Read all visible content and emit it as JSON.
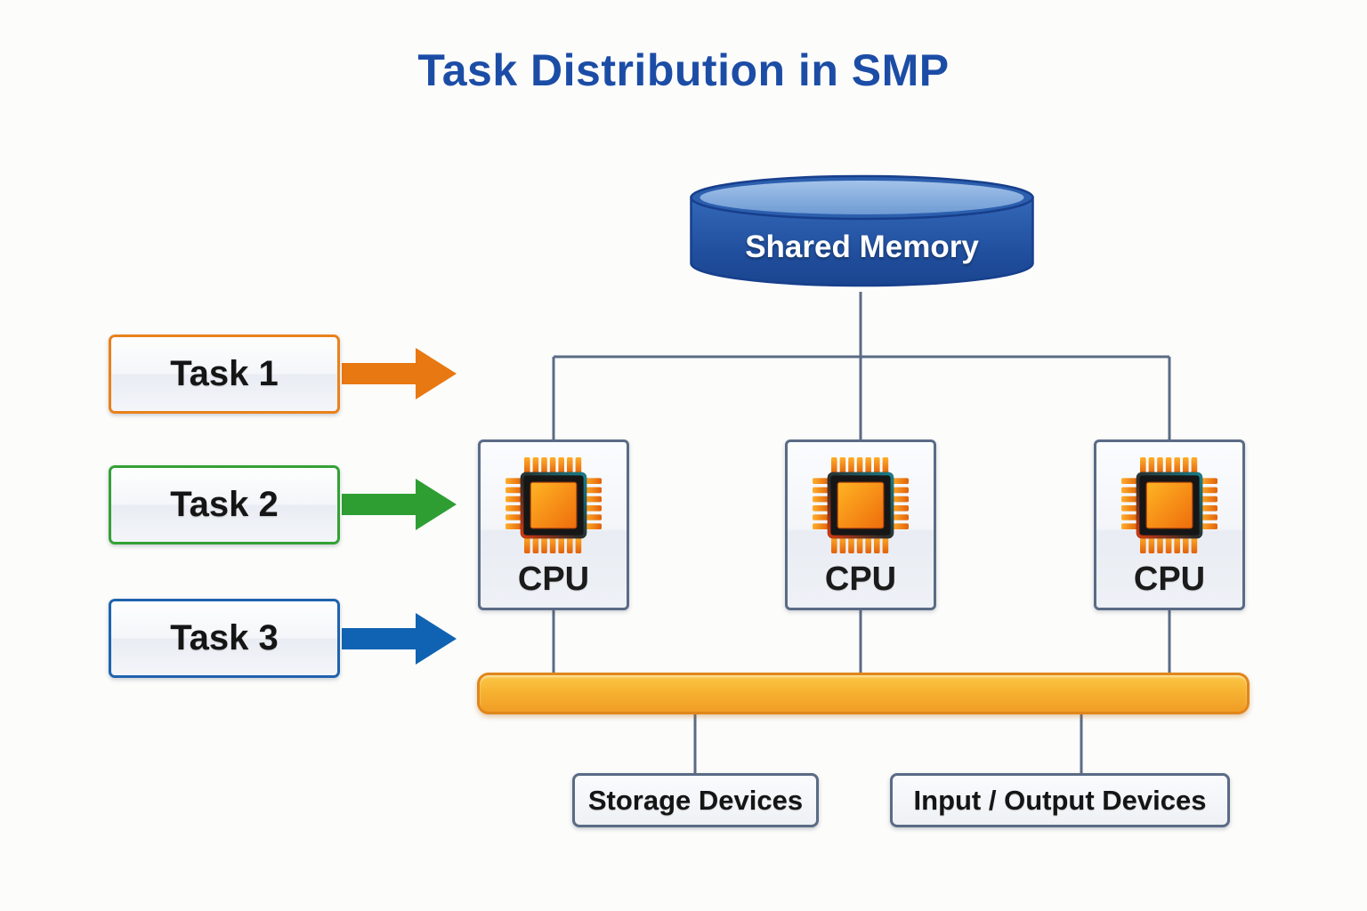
{
  "title": "Task Distribution in SMP",
  "shared_memory": {
    "label": "Shared Memory",
    "body_color": "#2458A8",
    "top_color": "#7FA9DC",
    "text_color": "#FFFFFF"
  },
  "tasks": [
    {
      "label": "Task 1",
      "border_color": "#E8821C",
      "arrow_color": "#E87812"
    },
    {
      "label": "Task 2",
      "border_color": "#34A135",
      "arrow_color": "#2E9E33"
    },
    {
      "label": "Task 3",
      "border_color": "#1F63AE",
      "arrow_color": "#1063B2"
    }
  ],
  "cpus": [
    {
      "label": "CPU"
    },
    {
      "label": "CPU"
    },
    {
      "label": "CPU"
    }
  ],
  "system_bus": {
    "fill_color": "#F7B231",
    "border_color": "#E0861A"
  },
  "devices": [
    {
      "label": "Storage Devices"
    },
    {
      "label": "Input / Output Devices"
    }
  ],
  "colors": {
    "title_text": "#1C4DA6",
    "connector_line": "#5B6B85",
    "box_border": "#5A6B85",
    "chip_pin_orange": "#F58A1F",
    "chip_core_orange": "#F27410",
    "background": "#FCFCFB"
  }
}
